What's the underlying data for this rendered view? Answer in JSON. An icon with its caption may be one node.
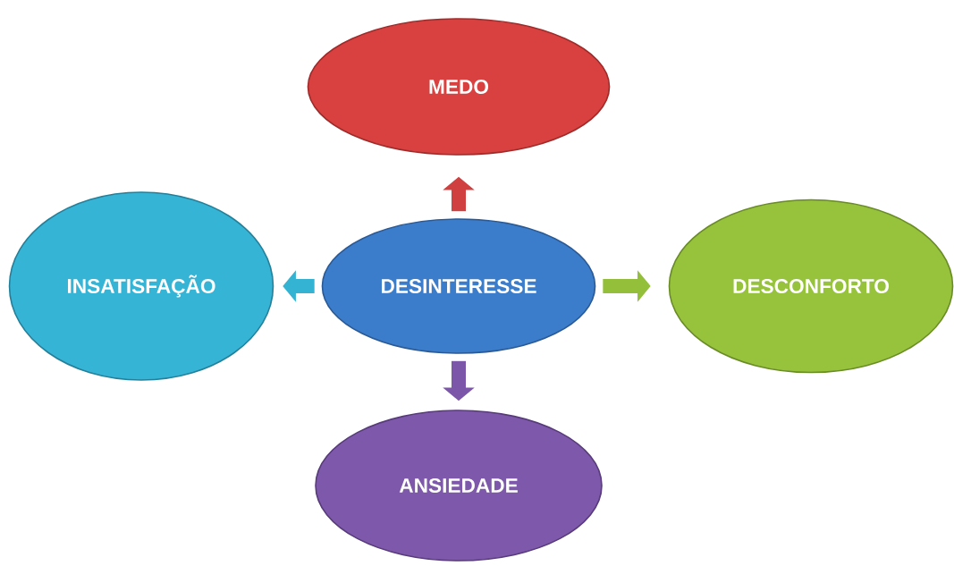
{
  "diagram": {
    "nodes": [
      {
        "text": [
          "DESINTERESSE"
        ]
      },
      {
        "text": [
          "MEDO"
        ]
      },
      {
        "text": [
          "INSATISFAÇÃO"
        ]
      },
      {
        "text": [
          "DESCONFORTO"
        ]
      },
      {
        "text": [
          "ANSIEDADE"
        ]
      }
    ],
    "edges": [
      {
        "from": 0,
        "to": 1,
        "arrow": "to",
        "color": "#d04040"
      },
      {
        "from": 0,
        "to": 2,
        "arrow": "to",
        "color": "#35b3d3"
      },
      {
        "from": 0,
        "to": 3,
        "arrow": "to",
        "color": "#93bf3b"
      },
      {
        "from": 0,
        "to": 4,
        "arrow": "to",
        "color": "#7c56a8"
      }
    ]
  }
}
